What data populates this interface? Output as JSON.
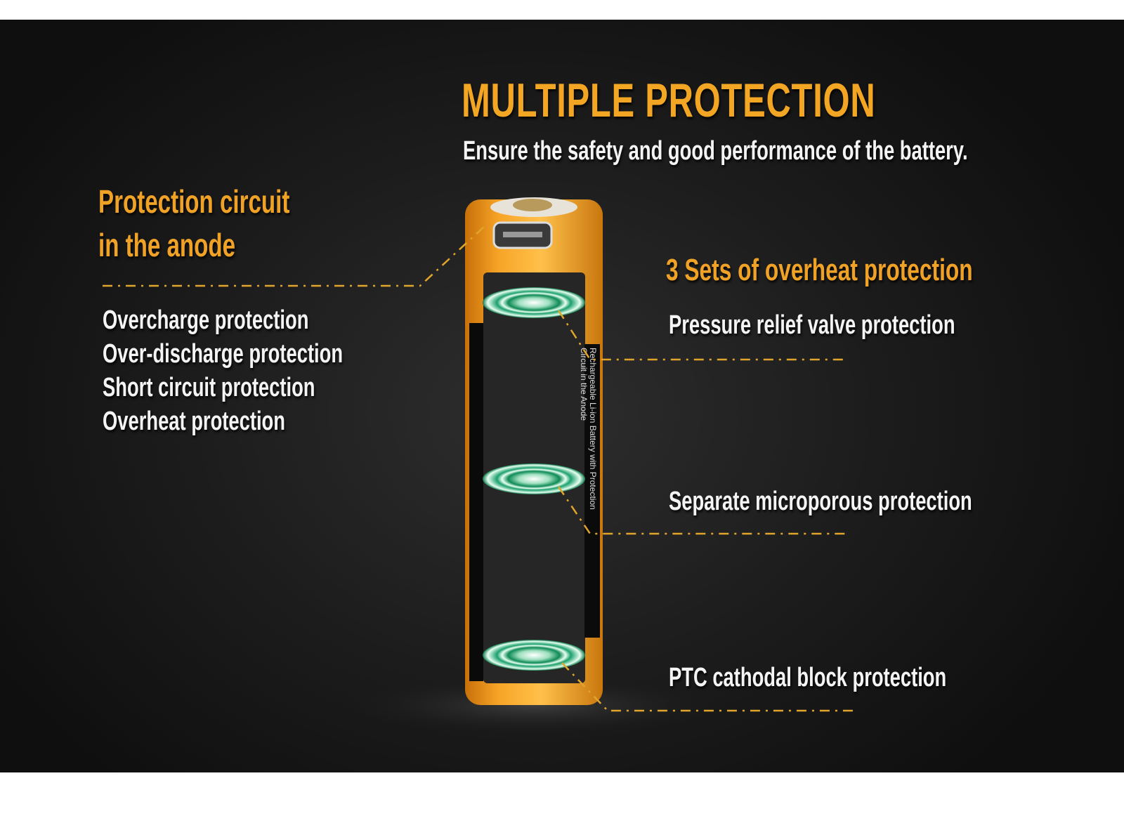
{
  "title": "MULTIPLE PROTECTION",
  "subtitle": "Ensure the safety and good performance of the battery.",
  "left": {
    "heading_line1": "Protection circuit",
    "heading_line2": "in the anode",
    "items": [
      "Overcharge protection",
      "Over-discharge protection",
      "Short circuit protection",
      "Overheat protection"
    ]
  },
  "right": {
    "heading": "3 Sets of overheat protection",
    "items": [
      "Pressure relief valve protection",
      "Separate microporous protection",
      "PTC cathodal block protection"
    ]
  },
  "battery": {
    "label_line1": "Rechargeable Li-ion Battery with Protection",
    "label_line2": "Circuit in the Anode"
  },
  "colors": {
    "accent": "#f2a623",
    "ring": "#1fa36b",
    "background": "#1c1c1c"
  }
}
